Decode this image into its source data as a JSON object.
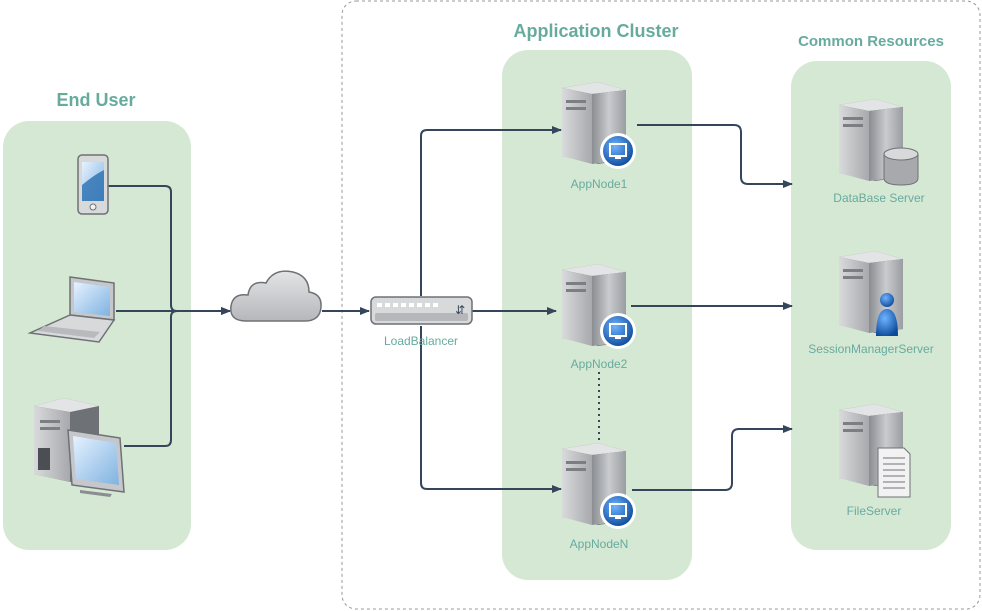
{
  "groups": {
    "end_user": "End User",
    "cluster": "Application Cluster",
    "resources": "Common Resources"
  },
  "nodes": {
    "load_balancer": "LoadBalancer",
    "app1": "AppNode1",
    "app2": "AppNode2",
    "appN": "AppNodeN",
    "db": "DataBase Server",
    "session": "SessionManagerServer",
    "file": "FileServer"
  },
  "icons": {
    "client_1": "tablet-icon",
    "client_2": "laptop-icon",
    "client_3": "desktop-computer-icon",
    "network": "cloud-icon",
    "balancer": "network-switch-icon",
    "app_server": "server-with-monitor-badge-icon",
    "db_server": "database-server-icon",
    "session_server": "server-with-user-icon",
    "file_server": "server-with-document-icon"
  },
  "colors": {
    "panel": "#d5e8d4",
    "title_text": "#67ab9f",
    "edge": "#36465a",
    "badge": "#1f6fbf"
  }
}
